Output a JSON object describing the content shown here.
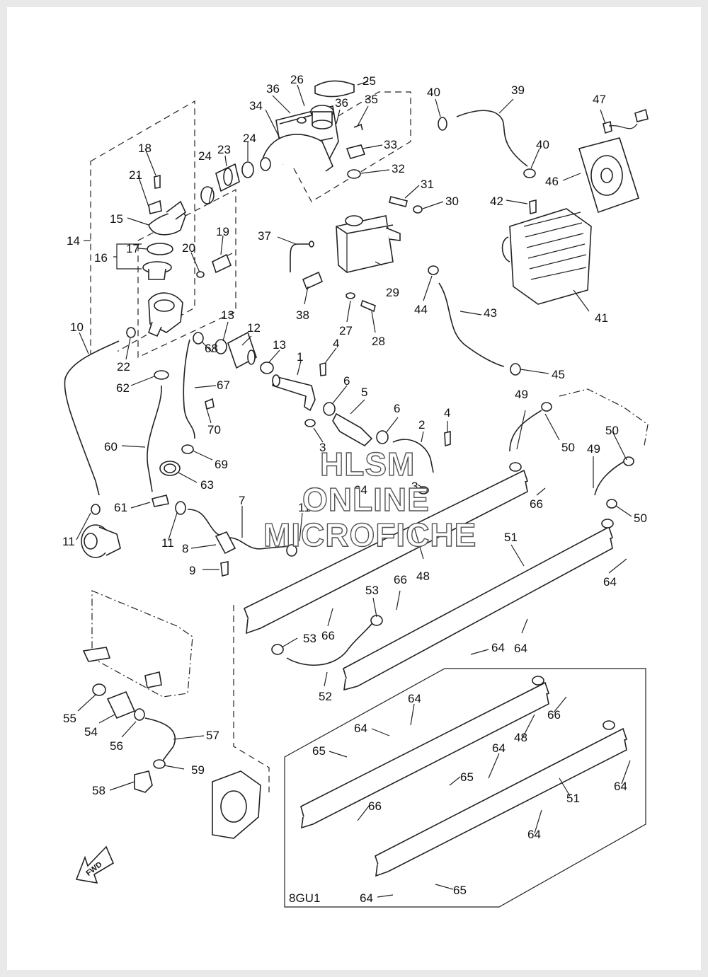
{
  "labels": {
    "p1": "1",
    "p2": "2",
    "p3a": "3",
    "p3b": "3",
    "p4a": "4",
    "p4b": "4",
    "p5": "5",
    "p6a": "6",
    "p6b": "6",
    "p7": "7",
    "p8": "8",
    "p9": "9",
    "p10": "10",
    "p11a": "11",
    "p11b": "11",
    "p11c": "11",
    "p12": "12",
    "p13a": "13",
    "p13b": "13",
    "p14": "14",
    "p15": "15",
    "p16": "16",
    "p17": "17",
    "p18": "18",
    "p19": "19",
    "p20": "20",
    "p21": "21",
    "p22": "22",
    "p23": "23",
    "p24a": "24",
    "p24b": "24",
    "p25": "25",
    "p26": "26",
    "p27": "27",
    "p28": "28",
    "p29": "29",
    "p30": "30",
    "p31": "31",
    "p32": "32",
    "p33": "33",
    "p34": "34",
    "p35": "35",
    "p36a": "36",
    "p36b": "36",
    "p37": "37",
    "p38": "38",
    "p39": "39",
    "p40a": "40",
    "p40b": "40",
    "p41": "41",
    "p42": "42",
    "p43": "43",
    "p44": "44",
    "p45": "45",
    "p46": "46",
    "p47": "47",
    "p48a": "48",
    "p48b": "48",
    "p49a": "49",
    "p49b": "49",
    "p50a": "50",
    "p50b": "50",
    "p50c": "50",
    "p51a": "51",
    "p51b": "51",
    "p52": "52",
    "p53a": "53",
    "p53b": "53",
    "p54": "54",
    "p55": "55",
    "p56": "56",
    "p57": "57",
    "p58": "58",
    "p59": "59",
    "p60": "60",
    "p61": "61",
    "p62": "62",
    "p63": "63",
    "p64a": "64",
    "p64b": "64",
    "p64c": "64",
    "p64d": "64",
    "p64e": "64",
    "p64f": "64",
    "p64g": "64",
    "p64h": "64",
    "p64i": "64",
    "p64j": "64",
    "p65a": "65",
    "p65b": "65",
    "p65c": "65",
    "p66a": "66",
    "p66b": "66",
    "p66c": "66",
    "p66d": "66",
    "p66e": "66",
    "p67": "67",
    "p68": "68",
    "p69": "69",
    "p70": "70"
  },
  "variant_code": "8GU1",
  "fwd_label": "FWD",
  "watermark": {
    "line1": "HLSM",
    "line2": "ONLINE",
    "line3": "MICROFICHE"
  },
  "colors": {
    "background": "#ffffff",
    "frame": "#e9e9e9",
    "ink": "#222222"
  }
}
